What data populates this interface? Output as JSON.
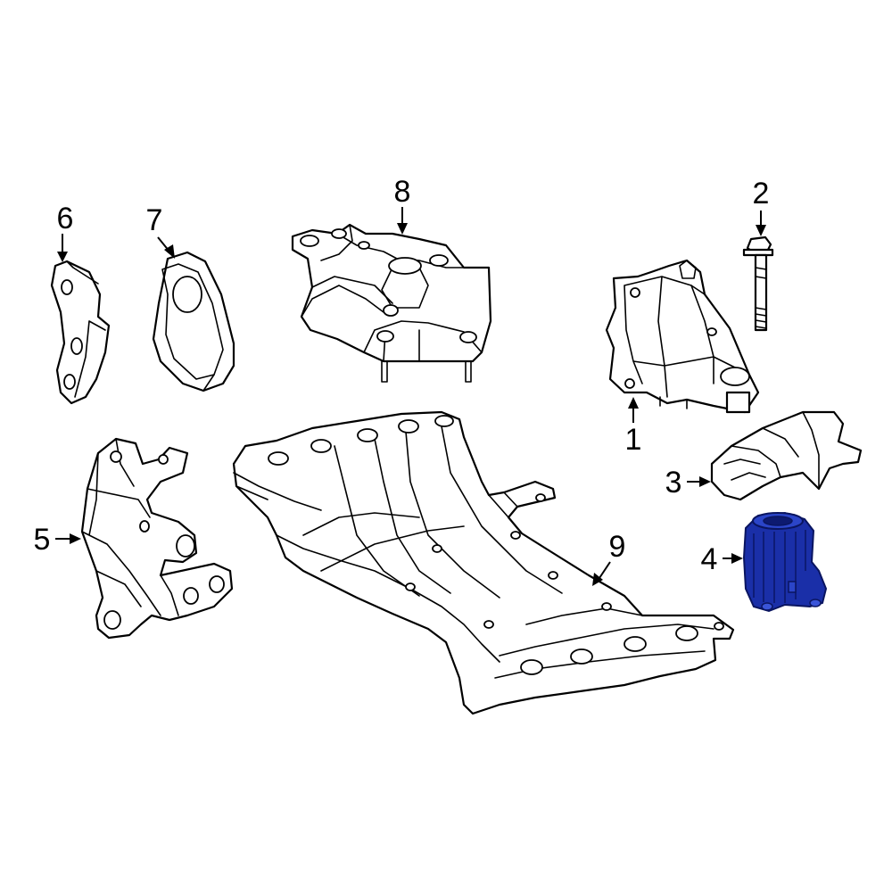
{
  "callouts": {
    "c1": "1",
    "c2": "2",
    "c3": "3",
    "c4": "4",
    "c5": "5",
    "c6": "6",
    "c7": "7",
    "c8": "8",
    "c9": "9"
  },
  "highlighted_part": "4",
  "colors": {
    "line": "#000000",
    "highlight_fill": "#1a2fa8",
    "highlight_stroke": "#0a1560"
  }
}
